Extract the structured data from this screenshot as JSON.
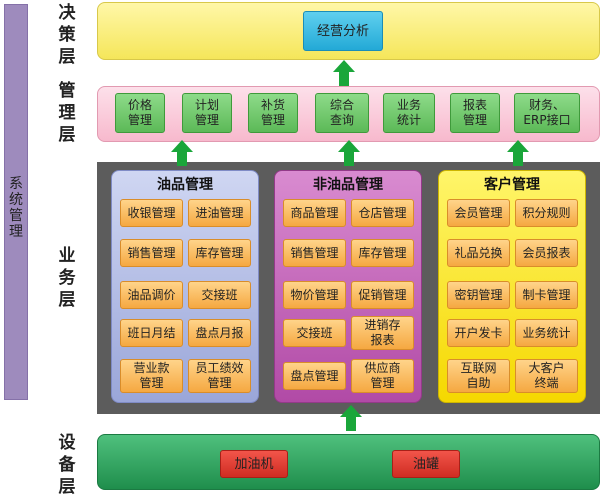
{
  "layers": {
    "decision": "决\n策\n层",
    "management": "管\n理\n层",
    "business": "业\n务\n层",
    "device": "设\n备\n层"
  },
  "system_management": "系\n统\n管\n理",
  "decision_box": "经营分析",
  "management_items": [
    "价格\n管理",
    "计划\n管理",
    "补货\n管理",
    "综合\n查询",
    "业务\n统计",
    "报表\n管理",
    "财务、\nERP接口"
  ],
  "panels": {
    "oil": {
      "title": "油品管理",
      "items": [
        "收银管理",
        "进油管理",
        "销售管理",
        "库存管理",
        "油品调价",
        "交接班",
        "班日月结",
        "盘点月报",
        "营业款\n管理",
        "员工绩效\n管理"
      ]
    },
    "non_oil": {
      "title": "非油品管理",
      "items": [
        "商品管理",
        "仓店管理",
        "销售管理",
        "库存管理",
        "物价管理",
        "促销管理",
        "交接班",
        "进销存\n报表",
        "盘点管理",
        "供应商\n管理"
      ]
    },
    "customer": {
      "title": "客户管理",
      "items": [
        "会员管理",
        "积分规则",
        "礼品兑换",
        "会员报表",
        "密钥管理",
        "制卡管理",
        "开户发卡",
        "业务统计",
        "互联网\n自助",
        "大客户\n终端"
      ]
    }
  },
  "devices": [
    "加油机",
    "油罐"
  ],
  "colors": {
    "decision_band": "#f5e65a",
    "management_band": "#f7b9cd",
    "device_band": "#1f8e4c",
    "system_bar": "#9e8bbd",
    "arrow": "#1aa63a",
    "top_box": "#23a9d6",
    "mgmt_button": "#5cb957",
    "module_button": "#f5a841",
    "device_button": "#cf2c22"
  }
}
